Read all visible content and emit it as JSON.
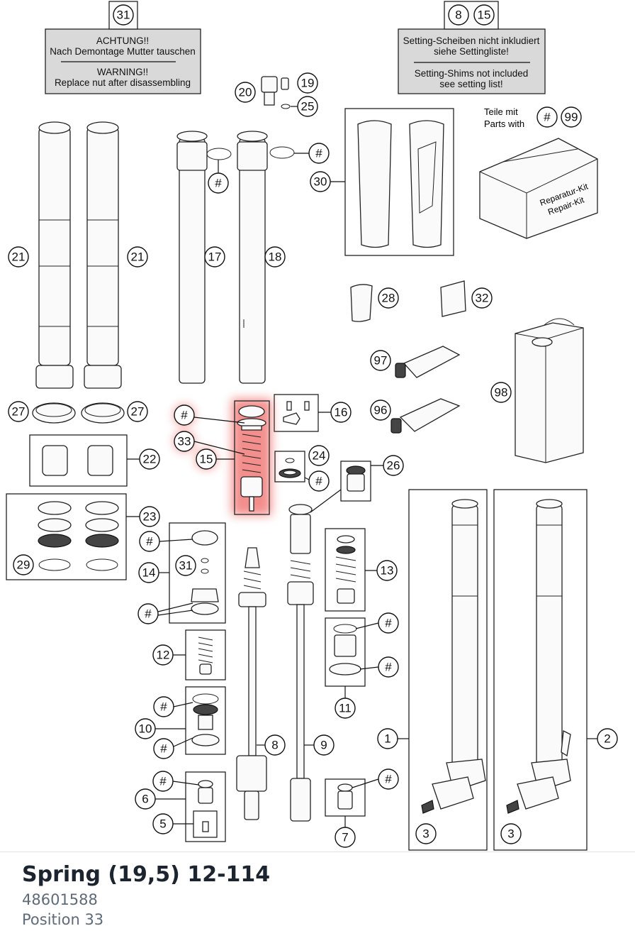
{
  "notes": {
    "left": {
      "callout": "31",
      "de_line1": "ACHTUNG!!",
      "de_line2": "Nach Demontage Mutter tauschen",
      "en_line1": "WARNING!!",
      "en_line2": "Replace nut after disassembling"
    },
    "right": {
      "callout_a": "8",
      "callout_b": "15",
      "de_line1": "Setting-Scheiben nicht inkludiert",
      "de_line2": "siehe Settingliste!",
      "en_line1": "Setting-Shims not included",
      "en_line2": "see setting list!"
    }
  },
  "kit": {
    "label_line1": "Teile mit",
    "label_line2": "Parts with",
    "callout_hash": "#",
    "callout_99": "99",
    "box_text_1": "Reparatur-Kit",
    "box_text_2": "Repair-Kit"
  },
  "callouts": {
    "c20": "20",
    "c19": "19",
    "c25": "25",
    "c30": "30",
    "c21a": "21",
    "c21b": "21",
    "c17": "17",
    "c18": "18",
    "c28": "28",
    "c32": "32",
    "c97": "97",
    "c96": "96",
    "c98": "98",
    "c27a": "27",
    "c27b": "27",
    "c16": "16",
    "c22": "22",
    "c33": "33",
    "c15": "15",
    "c24": "24",
    "c26": "26",
    "c23": "23",
    "c29": "29",
    "c14": "14",
    "c31": "31",
    "c13": "13",
    "c12": "12",
    "c11": "11",
    "c10": "10",
    "c8": "8",
    "c9": "9",
    "c1": "1",
    "c2": "2",
    "c6": "6",
    "c5": "5",
    "c7": "7",
    "c3a": "3",
    "c3b": "3",
    "hash": "#"
  },
  "highlight_color": "#e8312f",
  "product": {
    "name": "Spring (19,5) 12-114",
    "number": "48601588",
    "position": "Position 33"
  }
}
